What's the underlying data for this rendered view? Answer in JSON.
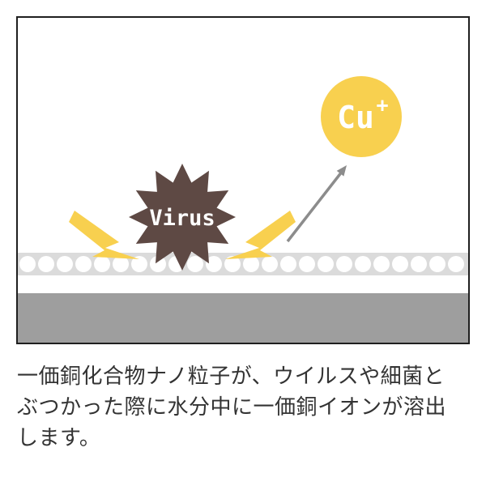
{
  "diagram": {
    "cu": {
      "symbol": "Cu",
      "charge": "+"
    },
    "virus_label": "Virus",
    "particle_count": 24,
    "colors": {
      "cu_circle": "#F8D04F",
      "cu_text": "#FFFFFF",
      "virus": "#5E4944",
      "virus_text": "#FFFFFF",
      "flash": "#F8D04F",
      "arrow": "#8C8C8C",
      "surface_light": "#DBDBDB",
      "surface_dark": "#9E9E9E",
      "particle": "#FFFFFF"
    }
  },
  "caption": {
    "lines": [
      "一価銅化合物ナノ粒子が、ウイルスや細菌と",
      "ぶつかった際に水分中に一価銅イオンが溶出",
      "します。"
    ]
  }
}
